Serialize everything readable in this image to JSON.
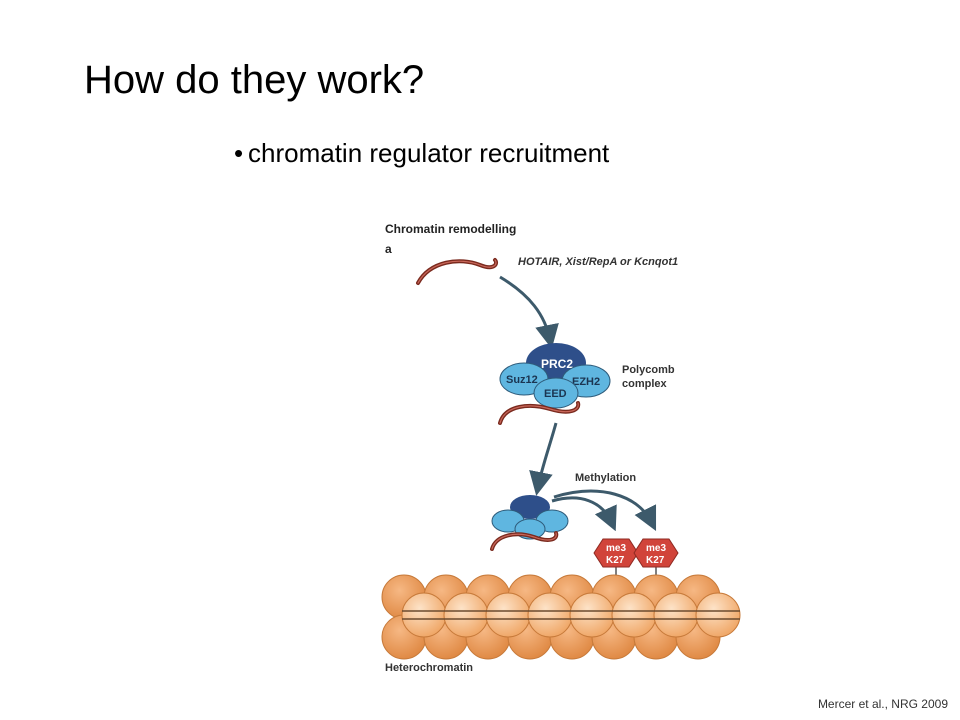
{
  "slide": {
    "title": "How do they work?",
    "bullet": "chromatin regulator recruitment",
    "citation": "Mercer et al., NRG 2009"
  },
  "figure": {
    "heading": "Chromatin remodelling",
    "panel_letter": "a",
    "rna_label": "HOTAIR, Xist/RepA or Kcnqot1",
    "complex_label_line1": "Polycomb",
    "complex_label_line2": "complex",
    "subunits": {
      "prc2": "PRC2",
      "suz12": "Suz12",
      "ezh2": "EZH2",
      "eed": "EED"
    },
    "methylation_label": "Methylation",
    "marks": [
      {
        "line1": "me3",
        "line2": "K27"
      },
      {
        "line1": "me3",
        "line2": "K27"
      }
    ],
    "chromatin_label": "Heterochromatin",
    "colors": {
      "rna": "#7a2a1e",
      "arrow": "#3d5a6b",
      "prc2": "#2e4f8a",
      "subunit": "#5fb6e0",
      "mark": "#d1443a",
      "nucleosome": "#f0a869"
    }
  }
}
